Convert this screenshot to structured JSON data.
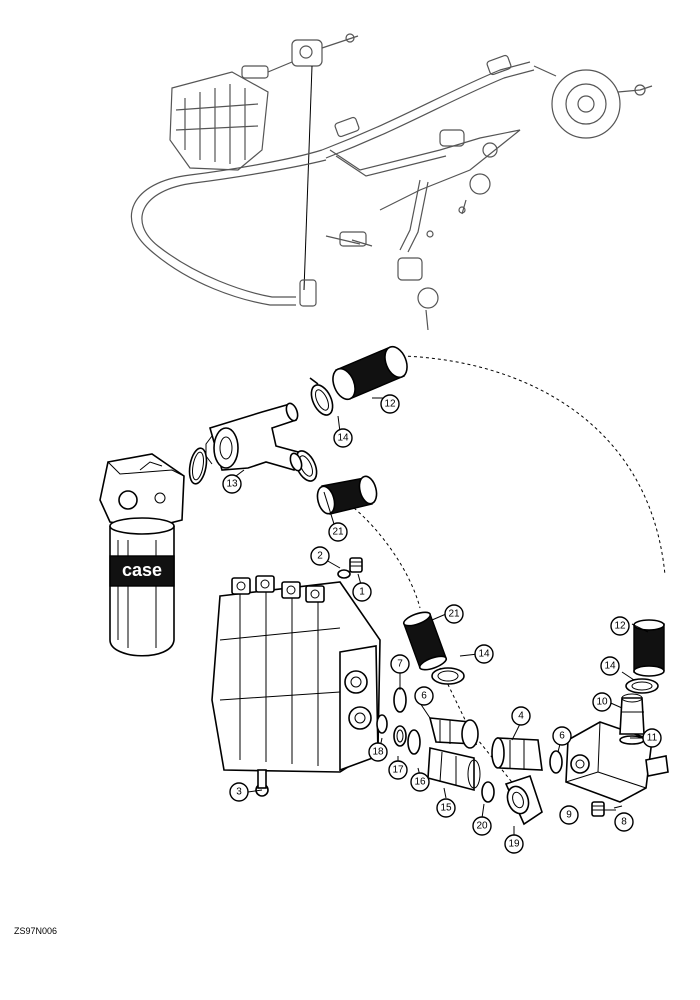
{
  "figure_code": "ZS97N006",
  "filter_brand": "case",
  "callouts": [
    {
      "id": "c1",
      "label": "1"
    },
    {
      "id": "c2",
      "label": "2"
    },
    {
      "id": "c3",
      "label": "3"
    },
    {
      "id": "c4",
      "label": "4"
    },
    {
      "id": "c6a",
      "label": "6"
    },
    {
      "id": "c6b",
      "label": "6"
    },
    {
      "id": "c7",
      "label": "7"
    },
    {
      "id": "c8",
      "label": "8"
    },
    {
      "id": "c9",
      "label": "9"
    },
    {
      "id": "c10",
      "label": "10"
    },
    {
      "id": "c11",
      "label": "11"
    },
    {
      "id": "c12a",
      "label": "12"
    },
    {
      "id": "c12b",
      "label": "12"
    },
    {
      "id": "c13",
      "label": "13"
    },
    {
      "id": "c14a",
      "label": "14"
    },
    {
      "id": "c14b",
      "label": "14"
    },
    {
      "id": "c14c",
      "label": "14"
    },
    {
      "id": "c15",
      "label": "15"
    },
    {
      "id": "c16",
      "label": "16"
    },
    {
      "id": "c17",
      "label": "17"
    },
    {
      "id": "c18",
      "label": "18"
    },
    {
      "id": "c19",
      "label": "19"
    },
    {
      "id": "c20",
      "label": "20"
    },
    {
      "id": "c21a",
      "label": "21"
    },
    {
      "id": "c21b",
      "label": "21"
    }
  ]
}
